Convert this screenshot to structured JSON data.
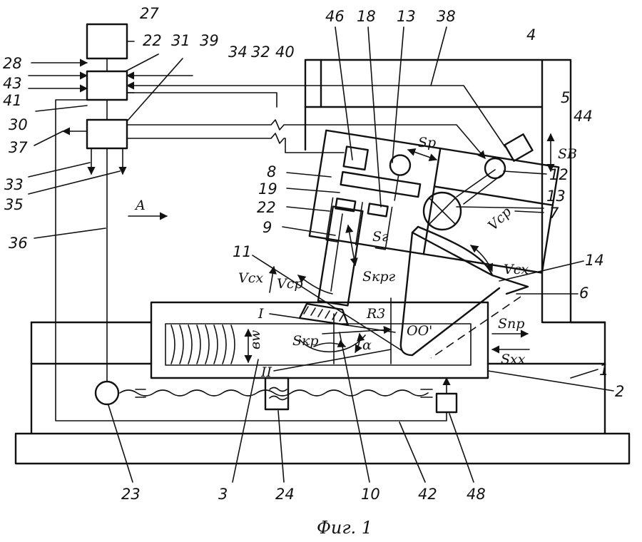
{
  "caption": "Фиг. 1",
  "labels": {
    "n1": "1",
    "n2": "2",
    "n3": "3",
    "n4": "4",
    "n5": "5",
    "n6": "6",
    "n7": "7",
    "n8": "8",
    "n9": "9",
    "n10": "10",
    "n11": "11",
    "n12": "12",
    "n13a": "13",
    "n13b": "13",
    "n14": "14",
    "n18": "18",
    "n19": "19",
    "n22a": "22",
    "n22b": "22",
    "n23": "23",
    "n24": "24",
    "n27": "27",
    "n28": "28",
    "n30": "30",
    "n31": "31",
    "n32": "32",
    "n33": "33",
    "n34": "34",
    "n35": "35",
    "n36": "36",
    "n37": "37",
    "n38": "38",
    "n39": "39",
    "n40": "40",
    "n41": "41",
    "n42": "42",
    "n43": "43",
    "n44": "44",
    "n46": "46",
    "n48": "48"
  },
  "symbols": {
    "sp": "Sp",
    "sb": "SB",
    "sg": "Sг",
    "skrg": "Sкрг",
    "vcx_left": "Vcx",
    "vcp_left": "Vcp",
    "vcp_right": "Vcp",
    "vcx_right": "Vcx",
    "snp": "Sпр",
    "sxx": "Sxx",
    "skr": "Sкр",
    "r3": "R3",
    "oo": "OO'",
    "alpha": "α",
    "bw": "вw",
    "roman1": "I",
    "roman2": "II",
    "arrow_a": "A"
  }
}
